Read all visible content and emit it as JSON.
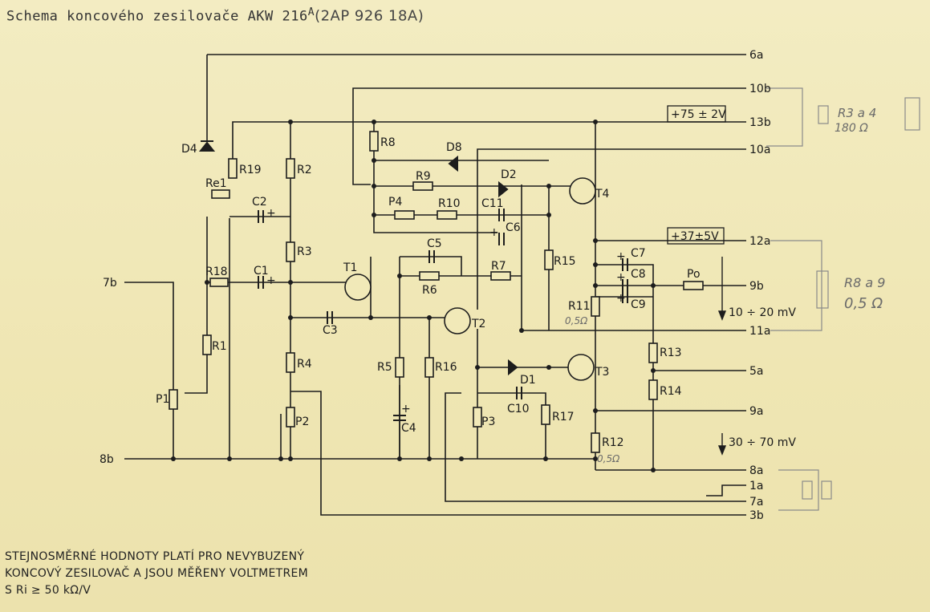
{
  "title": {
    "main": "Schema koncového zesilovače AKW 216",
    "suffix": "A",
    "handwritten": "(2AP 926 18A)"
  },
  "terminals": {
    "t6a": "6a",
    "t10b": "10b",
    "t13b": "13b",
    "t10a": "10a",
    "t12a": "12a",
    "t9b": "9b",
    "t11a": "11a",
    "t5a": "5a",
    "t9a": "9a",
    "t8a": "8a",
    "t1a": "1a",
    "t7a": "7a",
    "t3b": "3b",
    "t7b": "7b",
    "t8b": "8b"
  },
  "components": {
    "D4": "D4",
    "R19": "R19",
    "Re1": "Re1",
    "C2": "C2",
    "R2": "R2",
    "R8": "R8",
    "D8": "D8",
    "R9": "R9",
    "D2": "D2",
    "T4": "T4",
    "P4": "P4",
    "R10": "R10",
    "C11": "C11",
    "C6": "C6",
    "R3": "R3",
    "C5": "C5",
    "T1": "T1",
    "R18": "R18",
    "C1": "C1",
    "R6": "R6",
    "R7": "R7",
    "R15": "R15",
    "C7": "C7",
    "C8": "C8",
    "C9": "C9",
    "Po": "Po",
    "R11": "R11",
    "T2": "T2",
    "C3": "C3",
    "R1": "R1",
    "R4": "R4",
    "R5": "R5",
    "R16": "R16",
    "D1": "D1",
    "T3": "T3",
    "R13": "R13",
    "R14": "R14",
    "P1": "P1",
    "P2": "P2",
    "C4": "C4",
    "P3": "P3",
    "C10": "C10",
    "R17": "R17",
    "R12": "R12"
  },
  "values": {
    "R11": "0,5Ω",
    "R12": "0,5Ω"
  },
  "polarity": {
    "plus": "+"
  },
  "voltages": {
    "v75": "+75 ± 2V",
    "v37": "+37±5V"
  },
  "measurements": {
    "m1": "10 ÷ 20 mV",
    "m2": "30 ÷ 70 mV"
  },
  "handwritten_notes": {
    "r34": "R3 a 4",
    "r34val": "180 Ω",
    "r89": "R8 a 9",
    "r89val": "0,5 Ω"
  },
  "note": {
    "line1": "STEJNOSMĚRNÉ  HODNOTY  PLATÍ  PRO  NEVYBUZENÝ",
    "line2": "KONCOVÝ  ZESILOVAČ  A  JSOU  MĚŘENY  VOLTMETREM",
    "line3": "S  Ri ≥ 50 kΩ/V"
  }
}
